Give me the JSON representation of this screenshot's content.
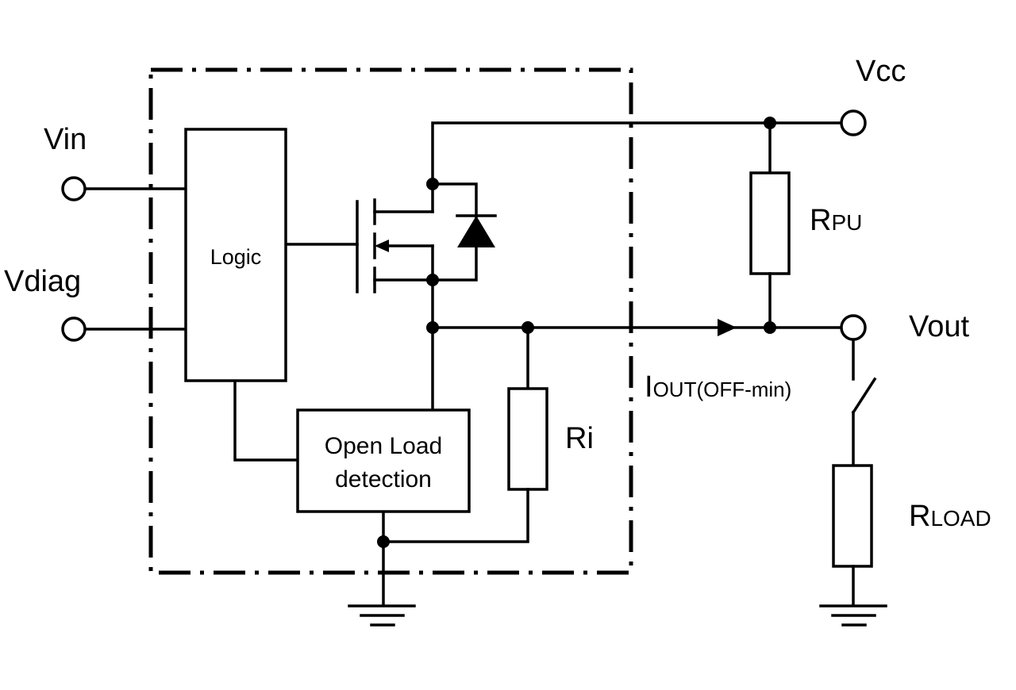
{
  "labels": {
    "vin": "Vin",
    "vdiag": "Vdiag",
    "vcc": "Vcc",
    "vout": "Vout",
    "logic": "Logic",
    "open_load_line1": "Open Load",
    "open_load_line2": "detection",
    "ri": "Ri",
    "rpu_main": "R",
    "rpu_sub": "PU",
    "iout_main": "I",
    "iout_sub": "OUT(OFF-min)",
    "rload_main": "R",
    "rload_sub": "LOAD"
  }
}
